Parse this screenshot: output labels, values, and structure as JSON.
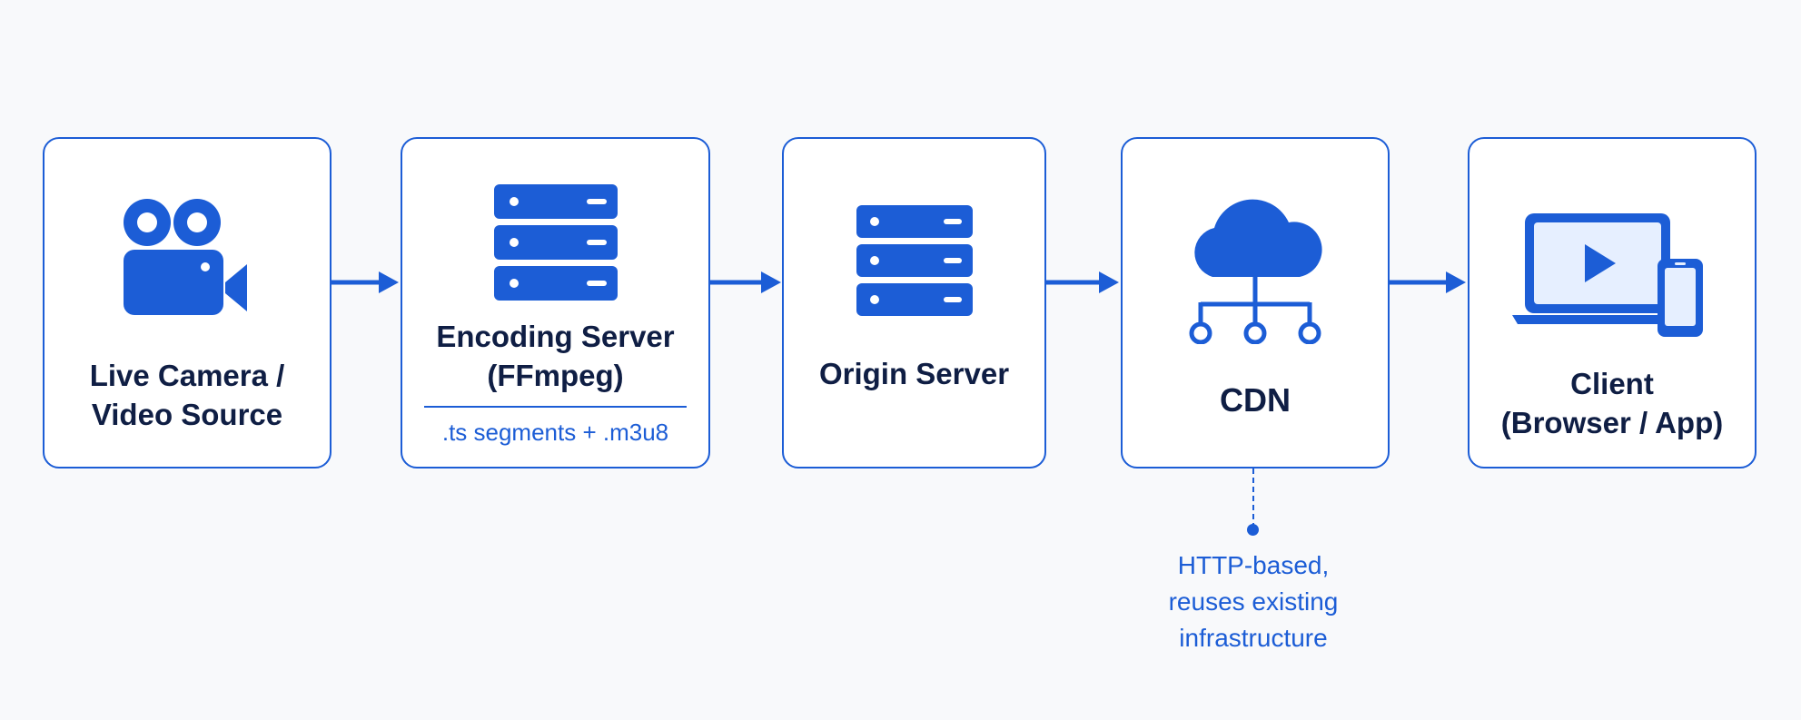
{
  "colors": {
    "accent": "#1c5dd6",
    "text": "#0f1e44",
    "background": "#f8f9fb",
    "screen_fill": "#e6efff"
  },
  "nodes": [
    {
      "icon": "video-camera-icon",
      "label_lines": [
        "Live Camera /",
        "Video Source"
      ]
    },
    {
      "icon": "server-stack-icon",
      "label_lines": [
        "Encoding Server",
        "(FFmpeg)"
      ],
      "sublabel": ".ts segments + .m3u8"
    },
    {
      "icon": "server-stack-icon",
      "label_lines": [
        "Origin Server"
      ]
    },
    {
      "icon": "cloud-network-icon",
      "label_lines": [
        "CDN"
      ]
    },
    {
      "icon": "laptop-phone-icon",
      "label_lines": [
        "Client",
        "(Browser / App)"
      ]
    }
  ],
  "cdn_note": {
    "lines": [
      "HTTP-based,",
      "reuses existing",
      "infrastructure"
    ]
  }
}
